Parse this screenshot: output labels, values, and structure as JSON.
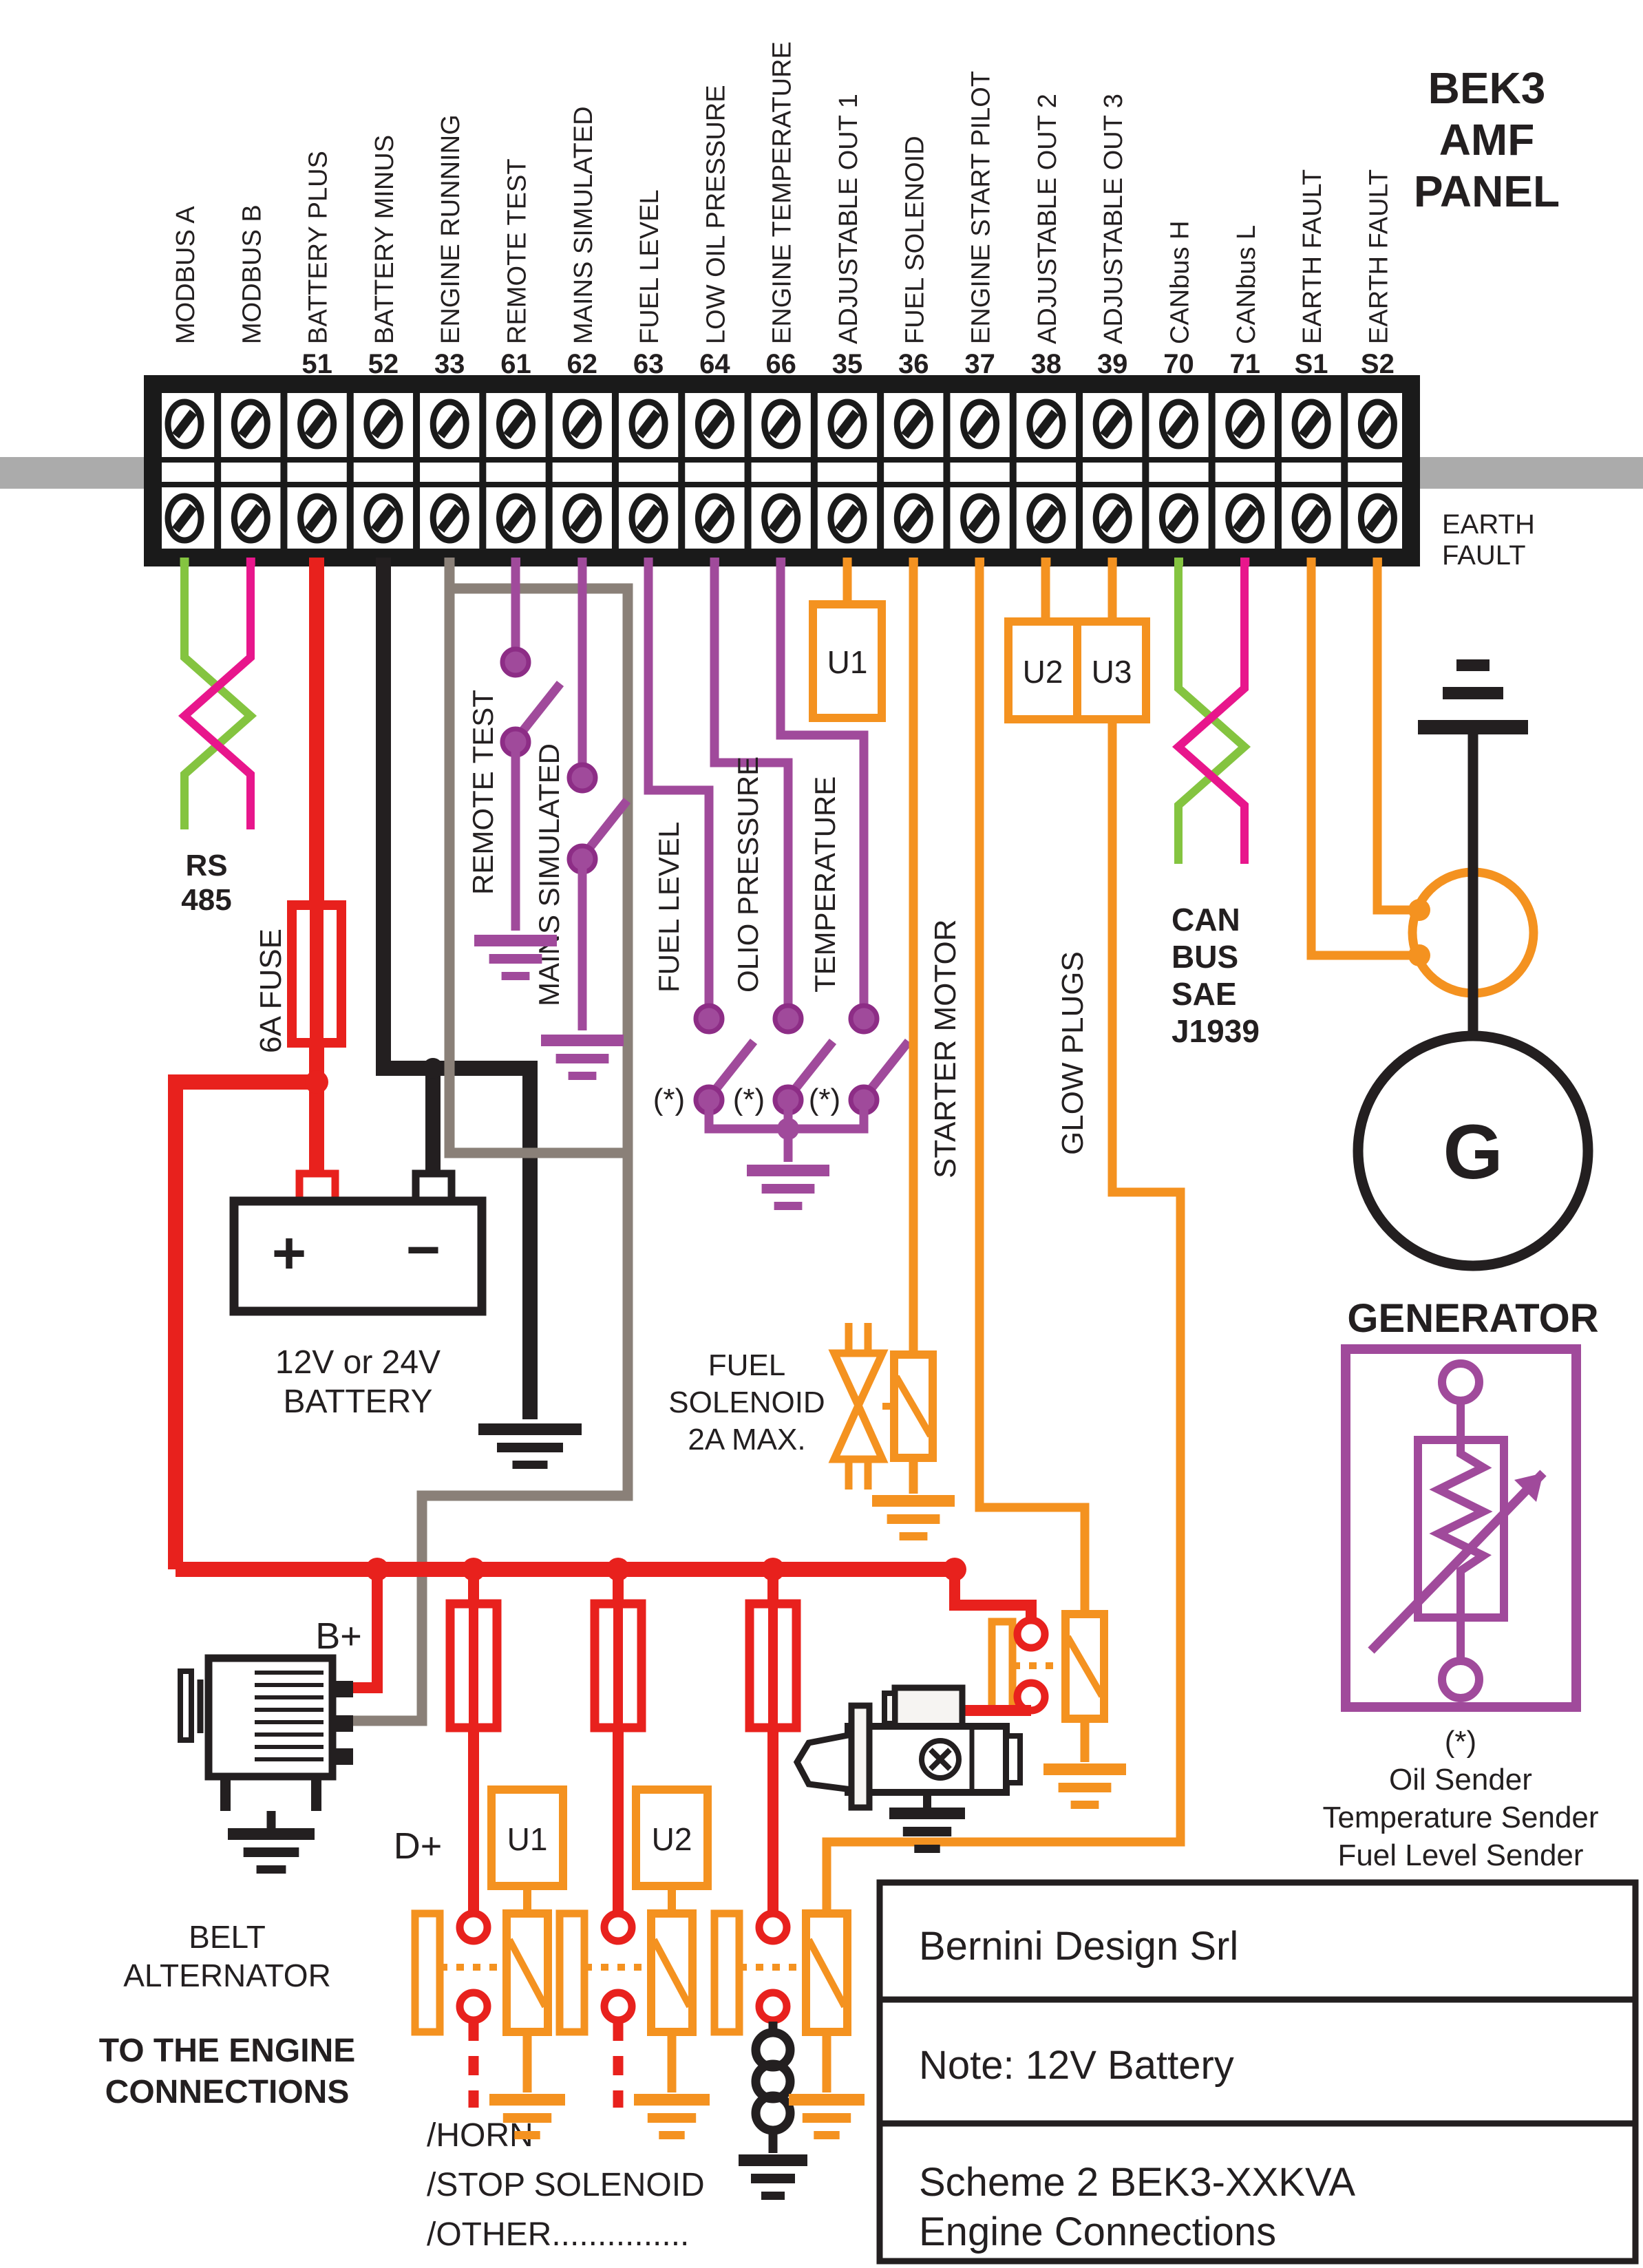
{
  "panel_title": {
    "line1": "BEK3",
    "line2": "AMF",
    "line3": "PANEL"
  },
  "terminal_block": {
    "terminals": [
      {
        "label": "MODBUS A",
        "number": "",
        "wire_color": "#84c440"
      },
      {
        "label": "MODBUS B",
        "number": "",
        "wire_color": "#e8168c"
      },
      {
        "label": "BATTERY PLUS",
        "number": "51",
        "wire_color": "#e8211d"
      },
      {
        "label": "BATTERY MINUS",
        "number": "52",
        "wire_color": "#231f20"
      },
      {
        "label": "ENGINE RUNNING",
        "number": "33",
        "wire_color": "#8a8078"
      },
      {
        "label": "REMOTE TEST",
        "number": "61",
        "wire_color": "#a04a9b"
      },
      {
        "label": "MAINS SIMULATED",
        "number": "62",
        "wire_color": "#a04a9b"
      },
      {
        "label": "FUEL LEVEL",
        "number": "63",
        "wire_color": "#a04a9b"
      },
      {
        "label": "LOW OIL PRESSURE",
        "number": "64",
        "wire_color": "#a04a9b"
      },
      {
        "label": "ENGINE TEMPERATURE",
        "number": "66",
        "wire_color": "#a04a9b"
      },
      {
        "label": "ADJUSTABLE OUT 1",
        "number": "35",
        "wire_color": "#f49220"
      },
      {
        "label": "FUEL SOLENOID",
        "number": "36",
        "wire_color": "#f49220"
      },
      {
        "label": "ENGINE START PILOT",
        "number": "37",
        "wire_color": "#f49220"
      },
      {
        "label": "ADJUSTABLE OUT 2",
        "number": "38",
        "wire_color": "#f49220"
      },
      {
        "label": "ADJUSTABLE OUT 3",
        "number": "39",
        "wire_color": "#f49220"
      },
      {
        "label": "CANbus H",
        "number": "70",
        "wire_color": "#84c440"
      },
      {
        "label": "CANbus L",
        "number": "71",
        "wire_color": "#e8168c"
      },
      {
        "label": "EARTH FAULT",
        "number": "S1",
        "wire_color": "#f49220"
      },
      {
        "label": "EARTH FAULT",
        "number": "S2",
        "wire_color": "#f49220"
      }
    ]
  },
  "labels": {
    "earth_fault_line1": "EARTH",
    "earth_fault_line2": "FAULT",
    "rs485_line1": "RS",
    "rs485_line2": "485",
    "fuse_6a": "6A FUSE",
    "remote_test": "REMOTE TEST",
    "mains_simulated": "MAINS SIMULATED",
    "fuel_level": "FUEL LEVEL",
    "olio_pressure": "OLIO PRESSURE",
    "temperature": "TEMPERATURE",
    "asterisk": "(*)",
    "u1": "U1",
    "u2": "U2",
    "u3": "U3",
    "can_line1": "CAN",
    "can_line2": "BUS",
    "can_line3": "SAE",
    "can_line4": "J1939",
    "battery_line1": "12V or 24V",
    "battery_line2": "BATTERY",
    "battery_plus": "+",
    "battery_minus": "−",
    "fuel_sol_line1": "FUEL",
    "fuel_sol_line2": "SOLENOID",
    "fuel_sol_line3": "2A MAX.",
    "starter_motor": "STARTER MOTOR",
    "glow_plugs": "GLOW PLUGS",
    "generator_g": "G",
    "generator": "GENERATOR",
    "b_plus": "B+",
    "d_plus": "D+",
    "belt_line1": "BELT",
    "belt_line2": "ALTERNATOR",
    "to_engine_line1": "TO THE ENGINE",
    "to_engine_line2": "CONNECTIONS",
    "horn": "/HORN",
    "stop_solenoid": "/STOP SOLENOID",
    "other": "/OTHER...............",
    "sender_mark": "(*)",
    "sender_line1": "Oil Sender",
    "sender_line2": "Temperature Sender",
    "sender_line3": "Fuel Level Sender"
  },
  "title_block": {
    "company": "Bernini Design Srl",
    "note": "Note: 12V Battery",
    "scheme_line1": "Scheme 2  BEK3-XXKVA",
    "scheme_line2": "Engine Connections"
  },
  "colors": {
    "red": "#e8211d",
    "black": "#231f20",
    "gray_wire": "#8a8078",
    "bus_bar": "#ababab",
    "purple": "#a04a9b",
    "purple_dark": "#8d2d86",
    "green": "#84c440",
    "magenta": "#e8168c",
    "orange": "#f49220"
  }
}
